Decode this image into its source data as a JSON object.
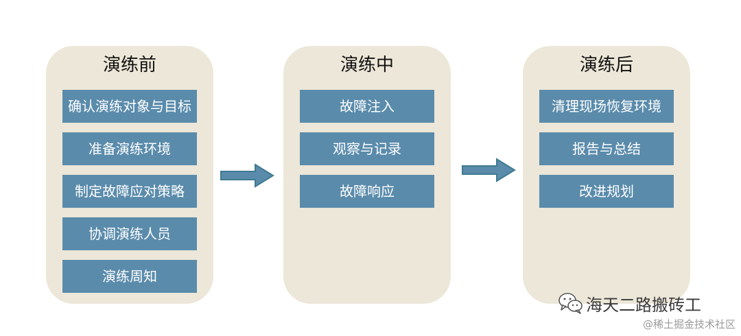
{
  "phases": [
    {
      "title": "演练前",
      "tasks": [
        "确认演练对象与目标",
        "准备演练环境",
        "制定故障应对策略",
        "协调演练人员",
        "演练周知"
      ]
    },
    {
      "title": "演练中",
      "tasks": [
        "故障注入",
        "观察与记录",
        "故障响应"
      ]
    },
    {
      "title": "演练后",
      "tasks": [
        "清理现场恢复环境",
        "报告与总结",
        "改进规划"
      ]
    }
  ],
  "watermark": {
    "icon": "wechat-icon",
    "text": "海天二路搬砖工"
  },
  "credit": "@稀土掘金技术社区",
  "colors": {
    "panel": "#ece7d8",
    "task": "#5a8bab",
    "arrow_fill": "#5a8bab",
    "arrow_stroke": "#3f7a90"
  }
}
